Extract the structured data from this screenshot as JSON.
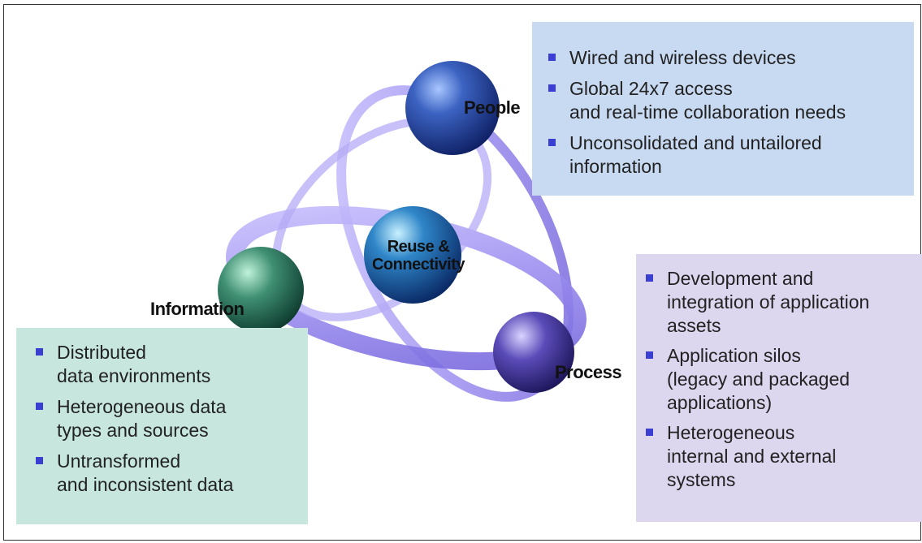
{
  "nodes": {
    "center": "Reuse &\nConnectivity",
    "people": "People",
    "information": "Information",
    "process": "Process"
  },
  "people_panel": {
    "items": [
      "Wired and wireless devices",
      "Global 24x7 access\nand real-time collaboration needs",
      "Unconsolidated and untailored\ninformation"
    ]
  },
  "information_panel": {
    "items": [
      "Distributed\ndata environments",
      "Heterogeneous data\ntypes and sources",
      "Untransformed\nand inconsistent data"
    ]
  },
  "process_panel": {
    "items": [
      "Development and\nintegration of application\nassets",
      "Application silos\n(legacy and packaged\napplications)",
      "Heterogeneous\ninternal and external\nsystems"
    ]
  },
  "colors": {
    "people_panel": "#c8daf2",
    "information_panel": "#c6e6de",
    "process_panel": "#dcd6ee",
    "bullet": "#3b3fd1",
    "ring": "#a79bf0"
  }
}
